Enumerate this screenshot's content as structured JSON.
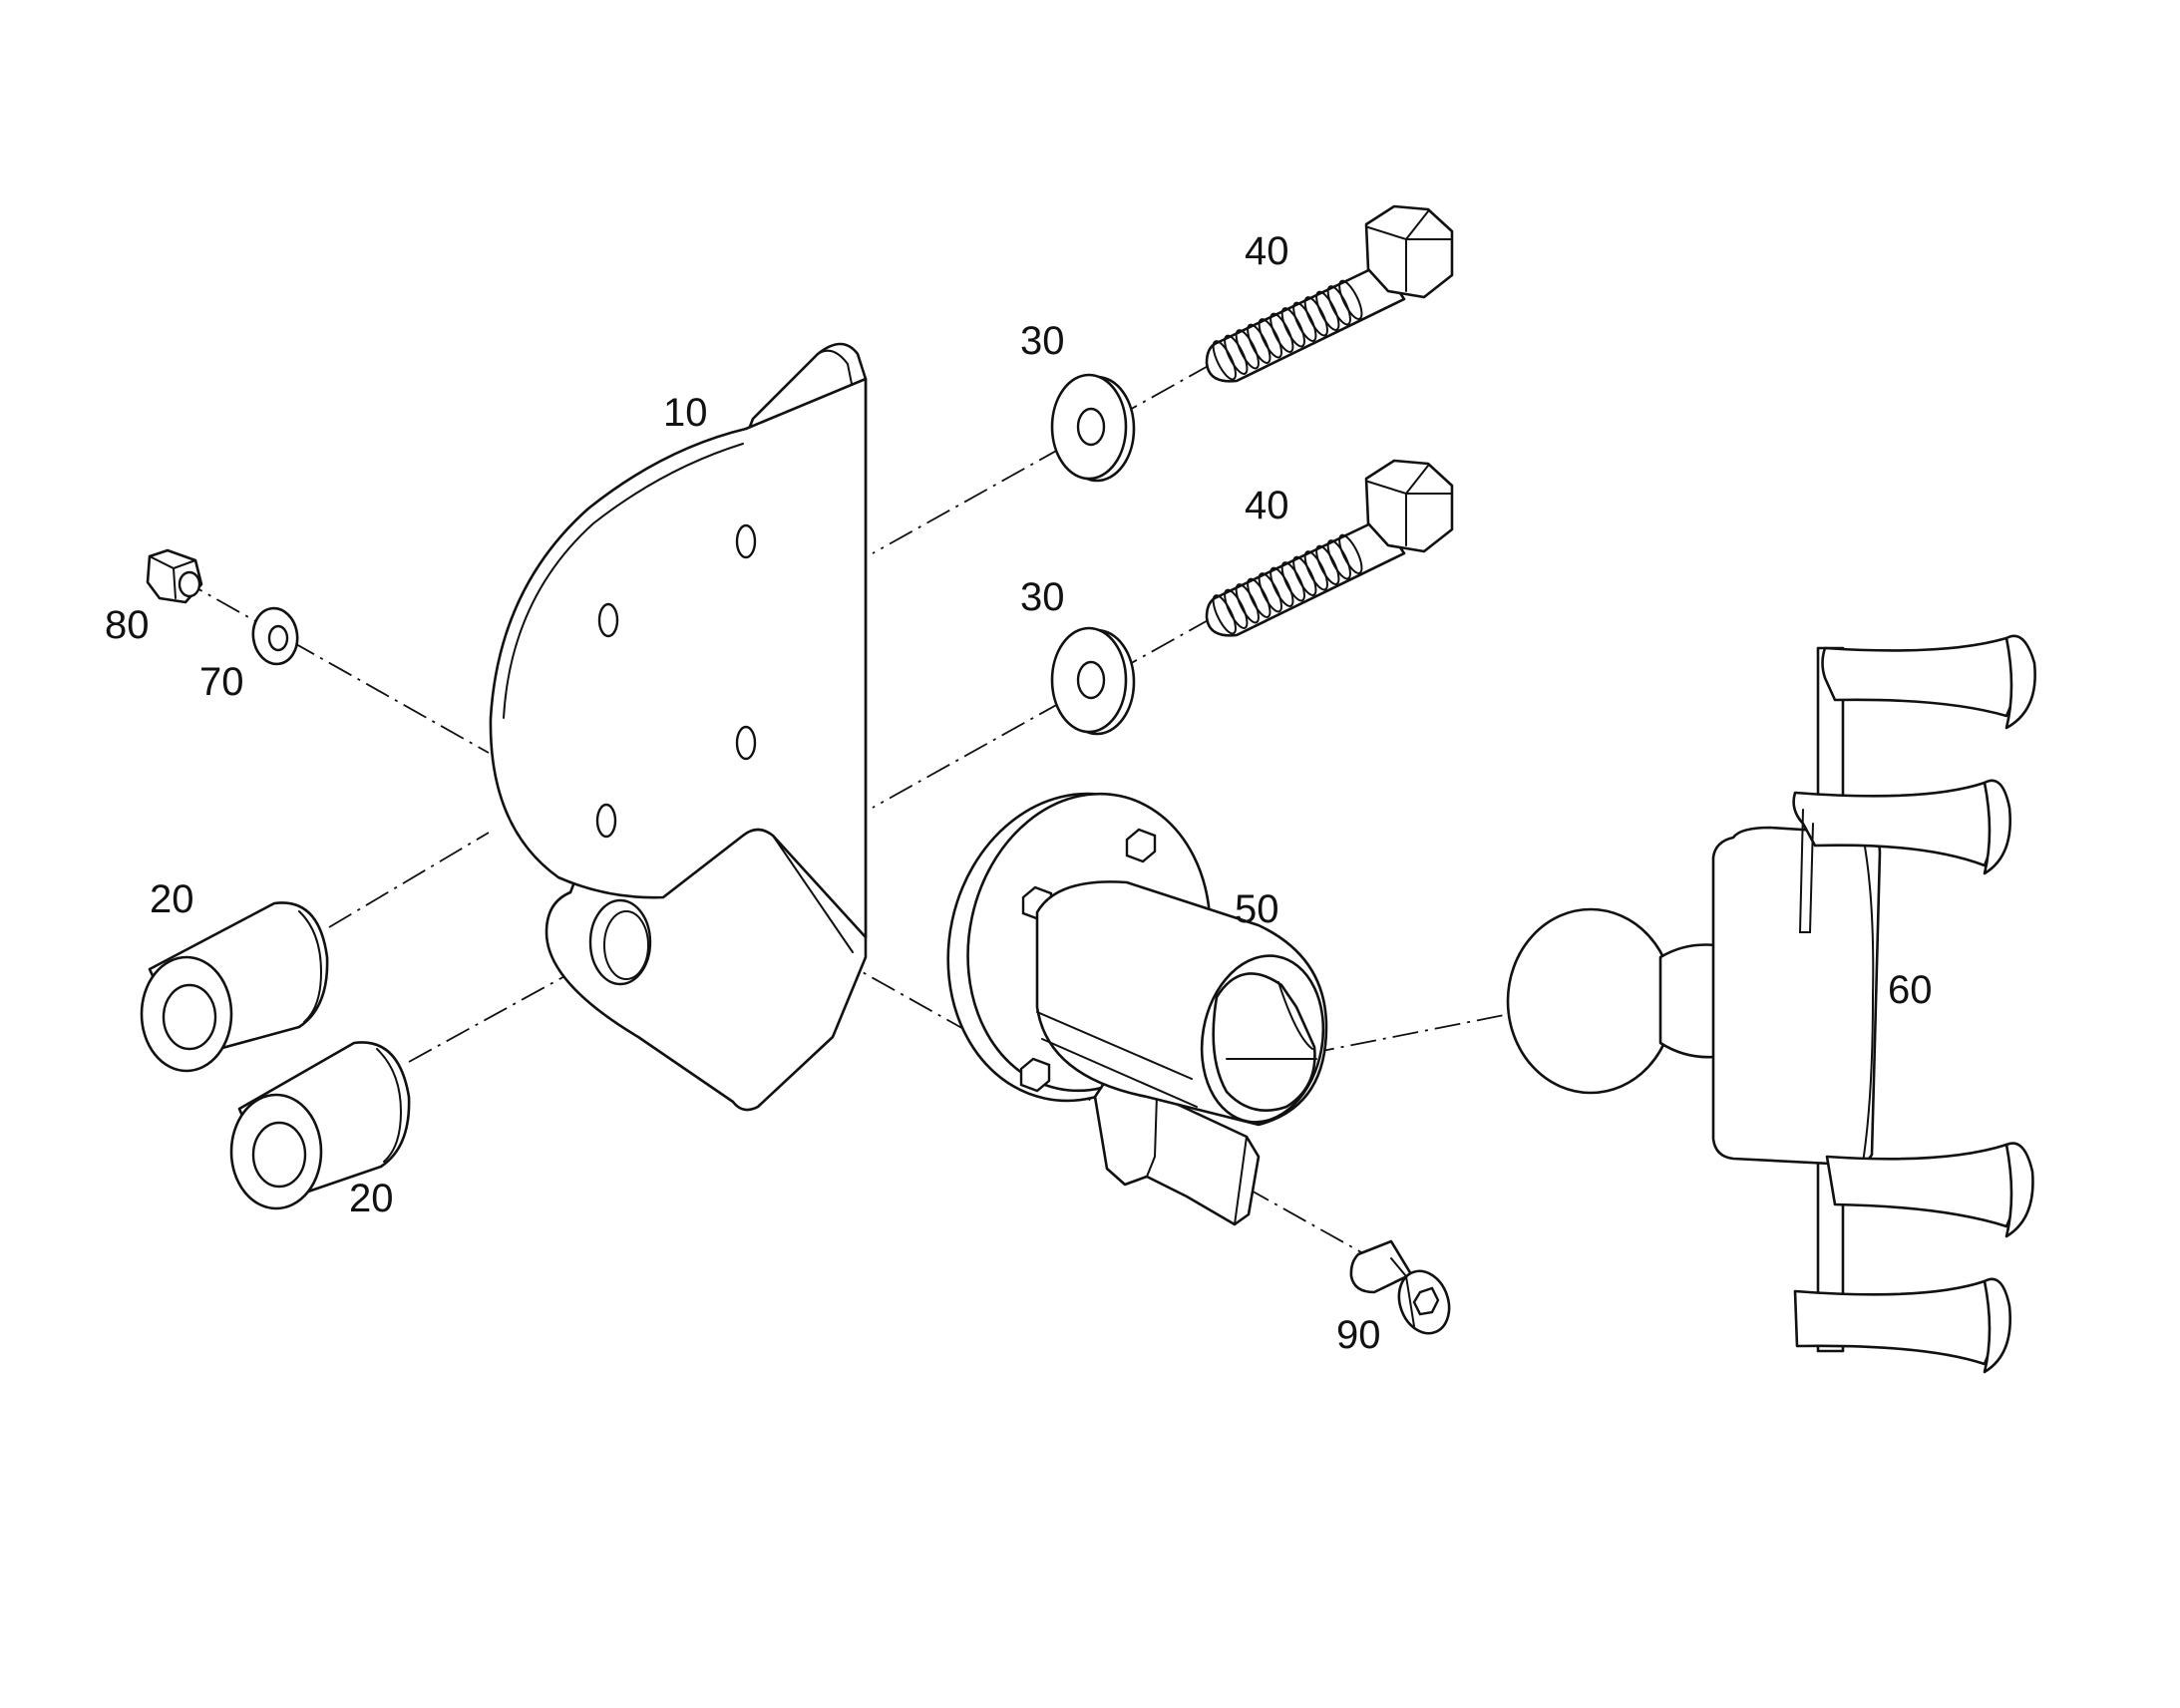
{
  "callouts": {
    "bracket": "10",
    "spacer_upper": "20",
    "spacer_lower": "20",
    "washer_upper": "30",
    "washer_lower": "30",
    "bolt_upper": "40",
    "bolt_lower": "40",
    "ball_mount": "50",
    "phone_cradle": "60",
    "small_washer": "70",
    "nut": "80",
    "socket_screw": "90"
  }
}
